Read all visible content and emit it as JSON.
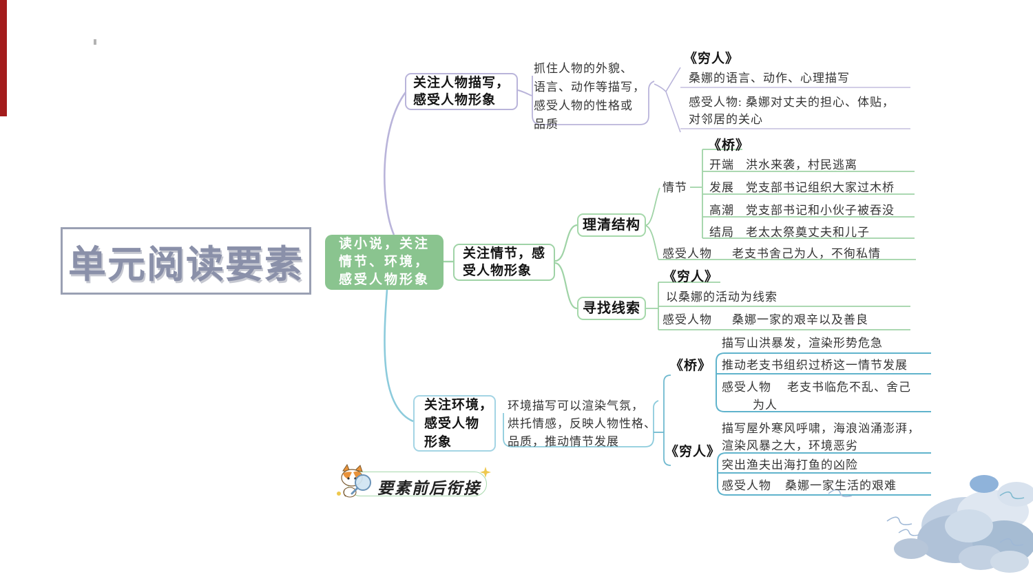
{
  "palette": {
    "lavender": "#b9b4da",
    "green_fill": "#8ac48f",
    "green_line": "#9fd3a6",
    "teal_curve": "#8ccbdc",
    "teal_box": "#5fb3cc",
    "title_color": "#8a90a9",
    "red_bar": "#a31c1c",
    "sparkle": "#eec84e"
  },
  "title": "单元阅读要素",
  "root": "读小说，关注\n情节、环境，\n感受人物形象",
  "person": {
    "label": "关注人物描写，\n感受人物形象",
    "desc": "抓住人物的外貌、\n语言、动作等描写，\n感受人物的性格或\n品质",
    "book": "《穷人》",
    "row1": "桑娜的语言、动作、心理描写",
    "row2": "感受人物: 桑娜对丈夫的担心、体贴，\n对邻居的关心"
  },
  "plot": {
    "label": "关注情节，感\n受人物形象",
    "structure": {
      "label": "理清结构",
      "book": "《桥》",
      "plot_word": "情节",
      "stages": [
        {
          "stage": "开端",
          "event": "洪水来袭，村民逃离"
        },
        {
          "stage": "发展",
          "event": "党支部书记组织大家过木桥"
        },
        {
          "stage": "高潮",
          "event": "党支部书记和小伙子被吞没"
        },
        {
          "stage": "结局",
          "event": "老太太祭奠丈夫和儿子"
        }
      ],
      "feel_label": "感受人物",
      "feel_value": "老支书舍己为人，不徇私情"
    },
    "clue": {
      "label": "寻找线索",
      "book": "《穷人》",
      "row1": "以桑娜的活动为线索",
      "feel_label": "感受人物",
      "feel_value": "桑娜一家的艰辛以及善良"
    }
  },
  "env": {
    "label": "关注环境，\n感受人物\n形象",
    "desc": "环境描写可以渲染气氛，\n烘托情感，反映人物性格、\n品质，推动情节发展",
    "bridge": {
      "book": "《桥》",
      "above": "描写山洪暴发，渲染形势危急",
      "row1": "推动老支书组织过桥这一情节发展",
      "feel_label": "感受人物",
      "feel_value": "老支书临危不乱、舍己",
      "feel_value2": "为人"
    },
    "poor": {
      "book": "《穷人》",
      "above": "描写屋外寒风呼啸，海浪汹涌澎湃，\n渲染风暴之大，环境恶劣",
      "row1": "突出渔夫出海打鱼的凶险",
      "feel_label": "感受人物",
      "feel_value": "桑娜一家生活的艰难"
    }
  },
  "footer": {
    "label": "要素前后衔接"
  }
}
